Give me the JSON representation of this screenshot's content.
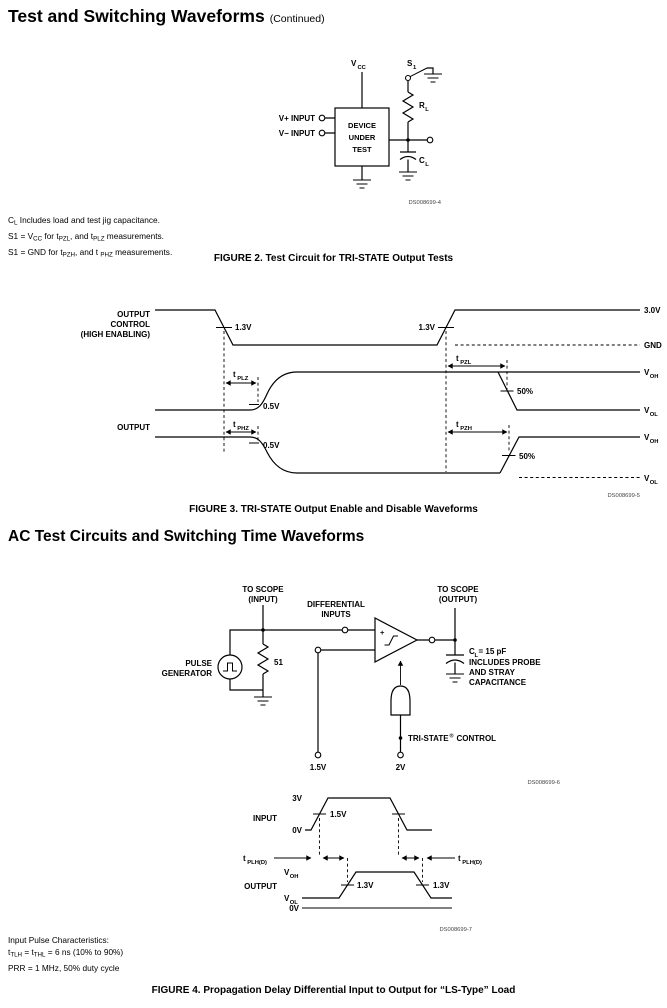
{
  "page": {
    "title": "Test and Switching Waveforms",
    "title_suffix": "(Continued)",
    "section2_title": "AC Test Circuits and Switching Time Waveforms"
  },
  "fig2": {
    "vcc": "V",
    "vcc_sub": "CC",
    "s1": "S",
    "s1_sub": "1",
    "rl": "R",
    "rl_sub": "L",
    "cl": "C",
    "cl_sub": "L",
    "device": [
      "DEVICE",
      "UNDER",
      "TEST"
    ],
    "vplus": "V+ INPUT",
    "vminus": "V− INPUT",
    "ds": "DS008699-4",
    "note1": [
      "C",
      "L",
      " Includes load and test jig capacitance."
    ],
    "note2": [
      "S1 = V",
      "CC",
      " for t",
      "PZL",
      ", and t",
      "PLZ",
      " measurements."
    ],
    "note3": [
      "S1 = GND for t",
      "PZH",
      ", and t ",
      "PHZ",
      " measurements."
    ],
    "caption": "FIGURE 2. Test Circuit for TRI-STATE Output Tests"
  },
  "fig3": {
    "ctrl1": "OUTPUT",
    "ctrl2": "CONTROL",
    "ctrl3": "(HIGH ENABLING)",
    "output": "OUTPUT",
    "v30": "3.0V",
    "gnd": "GND",
    "v": "V",
    "oh": "OH",
    "ol": "OL",
    "t": "t",
    "plz": "PLZ",
    "pzl": "PZL",
    "phz": "PHZ",
    "pzh": "PZH",
    "v13": "1.3V",
    "v05": "0.5V",
    "p50": "50%",
    "ds": "DS008699-5",
    "caption": "FIGURE 3. TRI-STATE Output Enable and Disable Waveforms"
  },
  "fig4c": {
    "scope_in1": "TO SCOPE",
    "scope_in2": "(INPUT)",
    "diff1": "DIFFERENTIAL",
    "diff2": "INPUTS",
    "scope_out1": "TO SCOPE",
    "scope_out2": "(OUTPUT)",
    "pulse1": "PULSE",
    "pulse2": "GENERATOR",
    "r51": "51",
    "plus": "+",
    "cl1a": "C",
    "cl1b": "L",
    "cl1c": "= 15 pF",
    "cl2": "INCLUDES PROBE",
    "cl3": "AND STRAY",
    "cl4": "CAPACITANCE",
    "ts1": "TRI-STATE",
    "ts2": "®",
    "ts3": "CONTROL",
    "v15": "1.5V",
    "v2": "2V",
    "ds": "DS008699-6"
  },
  "fig4w": {
    "input": "INPUT",
    "output": "OUTPUT",
    "v3": "3V",
    "v0": "0V",
    "v15": "1.5V",
    "v13": "1.3V",
    "v": "V",
    "oh": "OH",
    "ol": "OL",
    "t": "t",
    "plhd": "PLH(D)",
    "ds": "DS008699-7"
  },
  "fig4": {
    "caption": "FIGURE 4. Propagation Delay Differential Input to Output for “LS-Type” Load"
  },
  "footnotes": {
    "line1": "Input Pulse Characteristics:",
    "line2": [
      "t",
      "TLH",
      " = t",
      "THL",
      " = 6 ns (10% to 90%)"
    ],
    "line3": "PRR = 1 MHz, 50% duty cycle"
  }
}
